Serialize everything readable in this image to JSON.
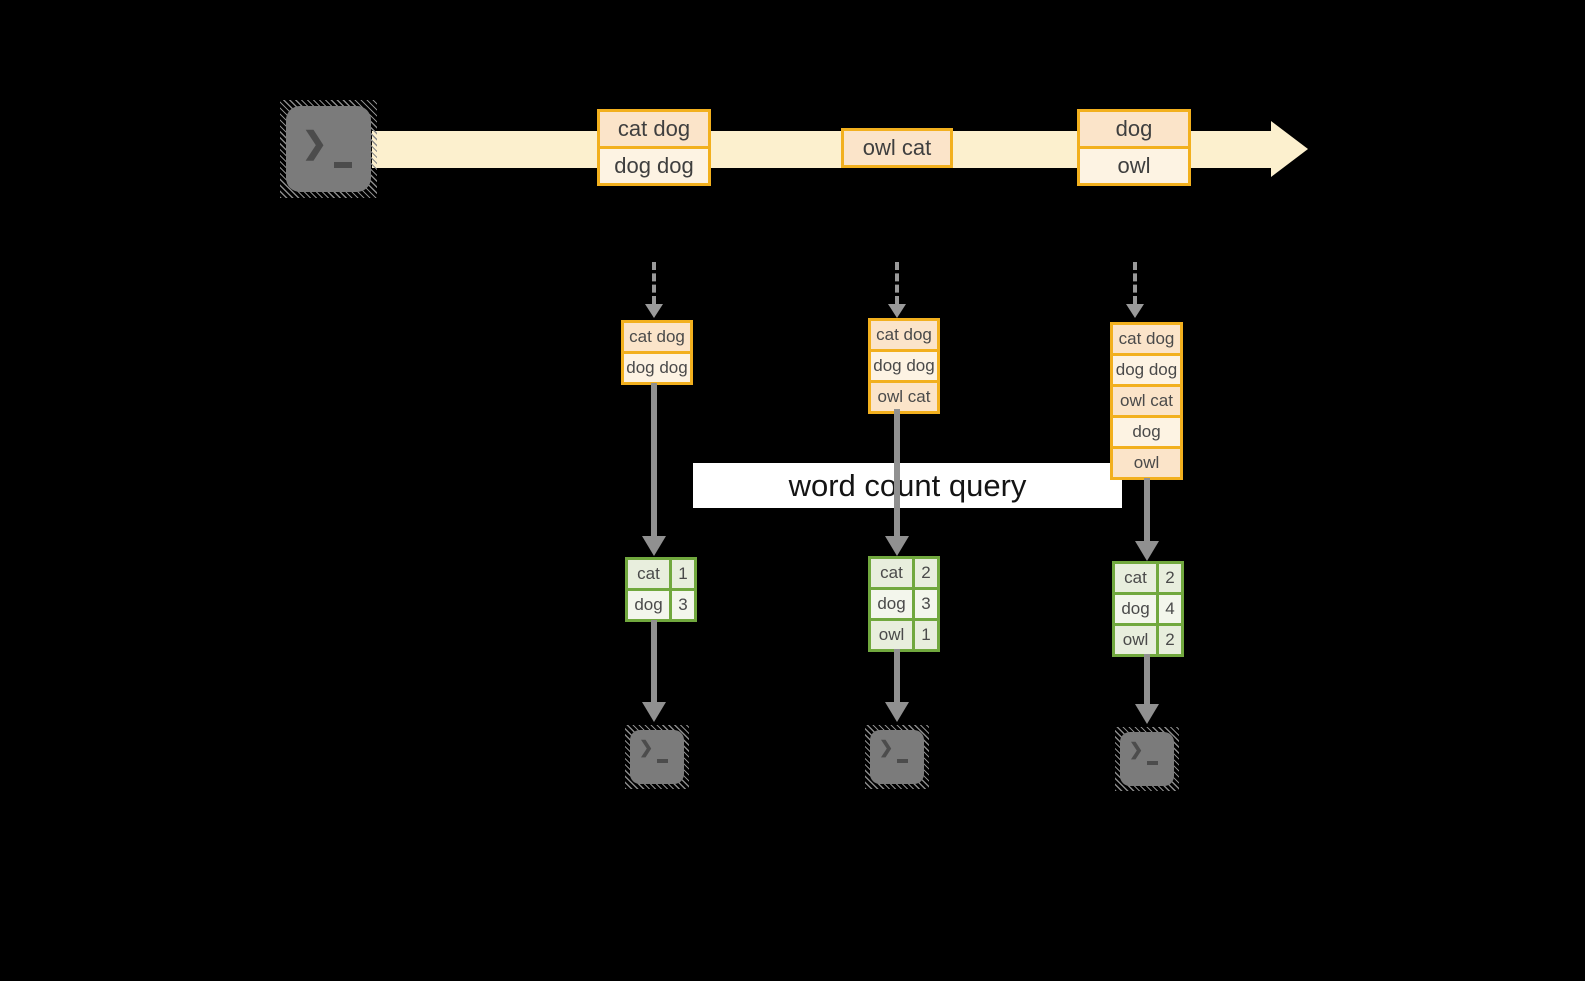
{
  "stream": {
    "events": [
      {
        "lines": [
          "cat dog",
          "dog dog"
        ]
      },
      {
        "lines": [
          "owl cat"
        ]
      },
      {
        "lines": [
          "dog",
          "owl"
        ]
      }
    ]
  },
  "query": {
    "label": "word count query"
  },
  "columns": [
    {
      "buffer": [
        "cat dog",
        "dog dog"
      ],
      "counts": [
        {
          "word": "cat",
          "count": "1"
        },
        {
          "word": "dog",
          "count": "3"
        }
      ]
    },
    {
      "buffer": [
        "cat dog",
        "dog dog",
        "owl cat"
      ],
      "counts": [
        {
          "word": "cat",
          "count": "2"
        },
        {
          "word": "dog",
          "count": "3"
        },
        {
          "word": "owl",
          "count": "1"
        }
      ]
    },
    {
      "buffer": [
        "cat dog",
        "dog dog",
        "owl cat",
        "dog",
        "owl"
      ],
      "counts": [
        {
          "word": "cat",
          "count": "2"
        },
        {
          "word": "dog",
          "count": "4"
        },
        {
          "word": "owl",
          "count": "2"
        }
      ]
    }
  ],
  "icons": {
    "terminal_chevron": "❯"
  },
  "colors": {
    "background": "#000000",
    "stream_band": "#FCF0CE",
    "event_border": "#F2B01E",
    "event_fill_dark": "#FBE4C9",
    "event_fill_light": "#FDF3E3",
    "table_border": "#71A83E",
    "table_fill_dark": "#E8EEDD",
    "table_fill_light": "#F3F6EC",
    "arrow_gray": "#999999",
    "terminal_gray": "#7B7B7B",
    "query_band": "#FFFFFF"
  }
}
